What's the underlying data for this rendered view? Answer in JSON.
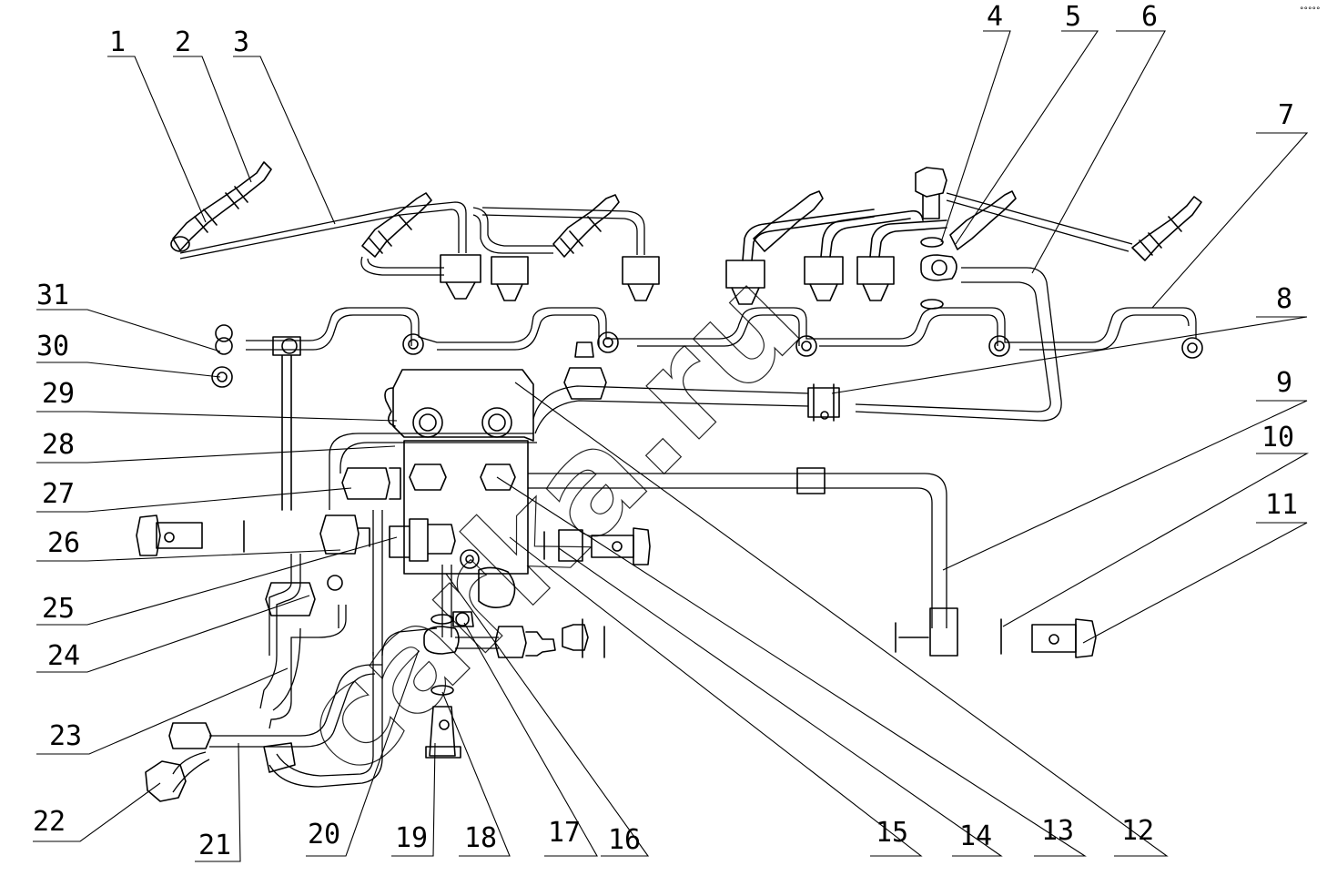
{
  "watermark": "carka.ru",
  "corner_mark": "°°°°°",
  "callouts": [
    "1",
    "2",
    "3",
    "4",
    "5",
    "6",
    "7",
    "8",
    "9",
    "10",
    "11",
    "12",
    "13",
    "14",
    "15",
    "16",
    "17",
    "18",
    "19",
    "20",
    "21",
    "22",
    "23",
    "24",
    "25",
    "26",
    "27",
    "28",
    "29",
    "30",
    "31"
  ]
}
